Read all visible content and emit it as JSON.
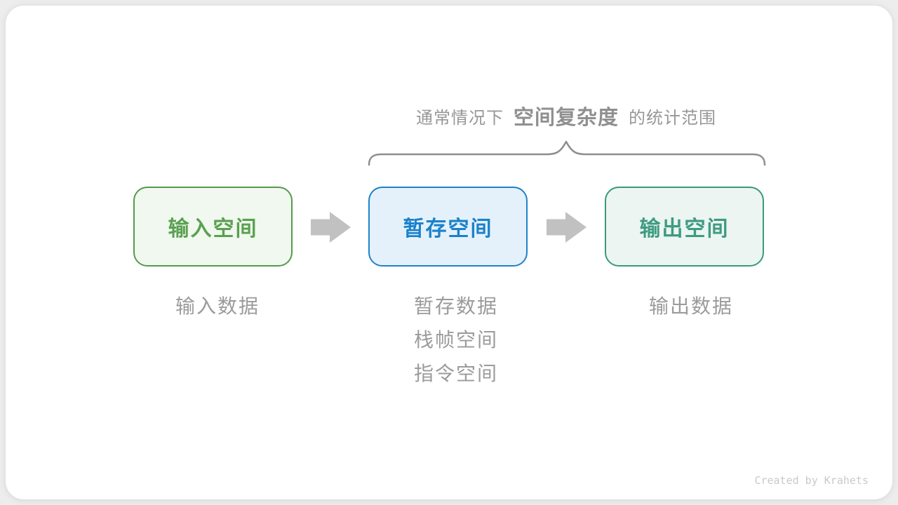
{
  "caption": {
    "prefix": "通常情况下",
    "highlight": "空间复杂度",
    "suffix": "的统计范围"
  },
  "boxes": [
    {
      "id": "input-space",
      "label": "输入空间",
      "border_color": "#569a4d",
      "bg_color": "#f1f8ef",
      "text_color": "#5aa051"
    },
    {
      "id": "temp-space",
      "label": "暂存空间",
      "border_color": "#1e82ca",
      "bg_color": "#e5f1fa",
      "text_color": "#1a82cb"
    },
    {
      "id": "output-space",
      "label": "输出空间",
      "border_color": "#38997e",
      "bg_color": "#ecf5f1",
      "text_color": "#3e9b82"
    }
  ],
  "sublabels": {
    "input": "输入数据",
    "temp": [
      "暂存数据",
      "栈帧空间",
      "指令空间"
    ],
    "output": "输出数据"
  },
  "credit": "Created by Krahets",
  "colors": {
    "outer_background": "#ededed",
    "card_background": "#ffffff",
    "arrow": "#c1c1c1",
    "brace": "#8e8e8e",
    "caption_text": "#979797",
    "caption_highlight": "#8f8f8f",
    "sublabel_text": "#9b9b9b",
    "credit_text": "#c9c9c9"
  }
}
